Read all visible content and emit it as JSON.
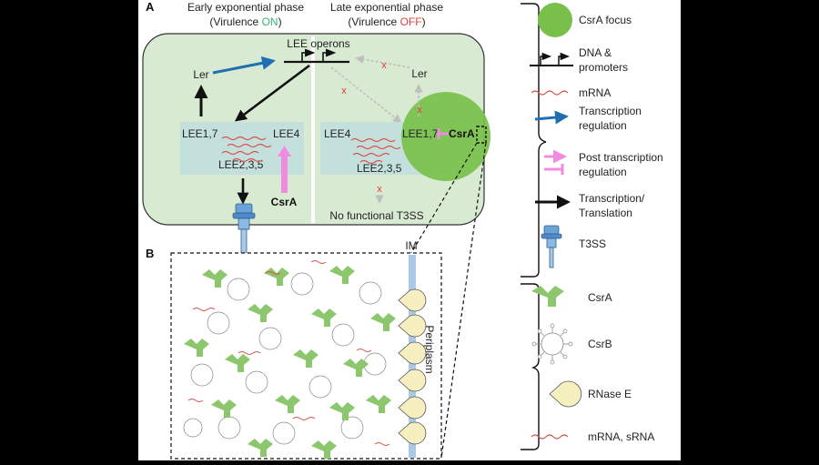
{
  "panels": {
    "a": "A",
    "b": "B"
  },
  "early": {
    "phase": "Early exponential phase",
    "virulence_prefix": "(Virulence ",
    "virulence_state": "ON",
    "virulence_suffix": ")",
    "lee_operons": "LEE operons",
    "ler": "Ler",
    "lee17": "LEE1,7",
    "lee4": "LEE4",
    "lee235": "LEE2,3,5",
    "csra": "CsrA"
  },
  "late": {
    "phase": "Late exponential phase",
    "virulence_prefix": "(Virulence ",
    "virulence_state": "OFF",
    "virulence_suffix": ")",
    "ler": "Ler",
    "lee4": "LEE4",
    "lee17": "LEE1,7",
    "lee235": "LEE2,3,5",
    "csra": "CsrA",
    "no_t3ss": "No functional T3SS",
    "block_mark": "x"
  },
  "membrane": {
    "im": "IM",
    "periplasm": "Periplasm"
  },
  "legend": {
    "csra_focus": "CsrA focus",
    "dna_1": "DNA &",
    "dna_2": "promoters",
    "mrna": "mRNA",
    "tx_reg_1": "Transcription",
    "tx_reg_2": "regulation",
    "post_1": "Post transcription",
    "post_2": "regulation",
    "txtl_1": "Transcription/",
    "txtl_2": "Translation",
    "t3ss": "T3SS",
    "csra": "CsrA",
    "csrb": "CsrB",
    "rnase": "RNase E",
    "mrna_srna": "mRNA, sRNA"
  },
  "colors": {
    "cell_fill": "#d9ead3",
    "box_fill": "#c4e0dc",
    "focus_green": "#78c04a",
    "csra_green": "#8cc66d",
    "mrna_red": "#d9534f",
    "on_green": "#3bb273",
    "off_red": "#e0403a",
    "blue_arrow": "#1f6fb2",
    "pink_arrow": "#f08ce0",
    "x_red": "#e53935",
    "rnase_yellow": "#f6efbf",
    "im_blue": "#a9c9e6"
  }
}
